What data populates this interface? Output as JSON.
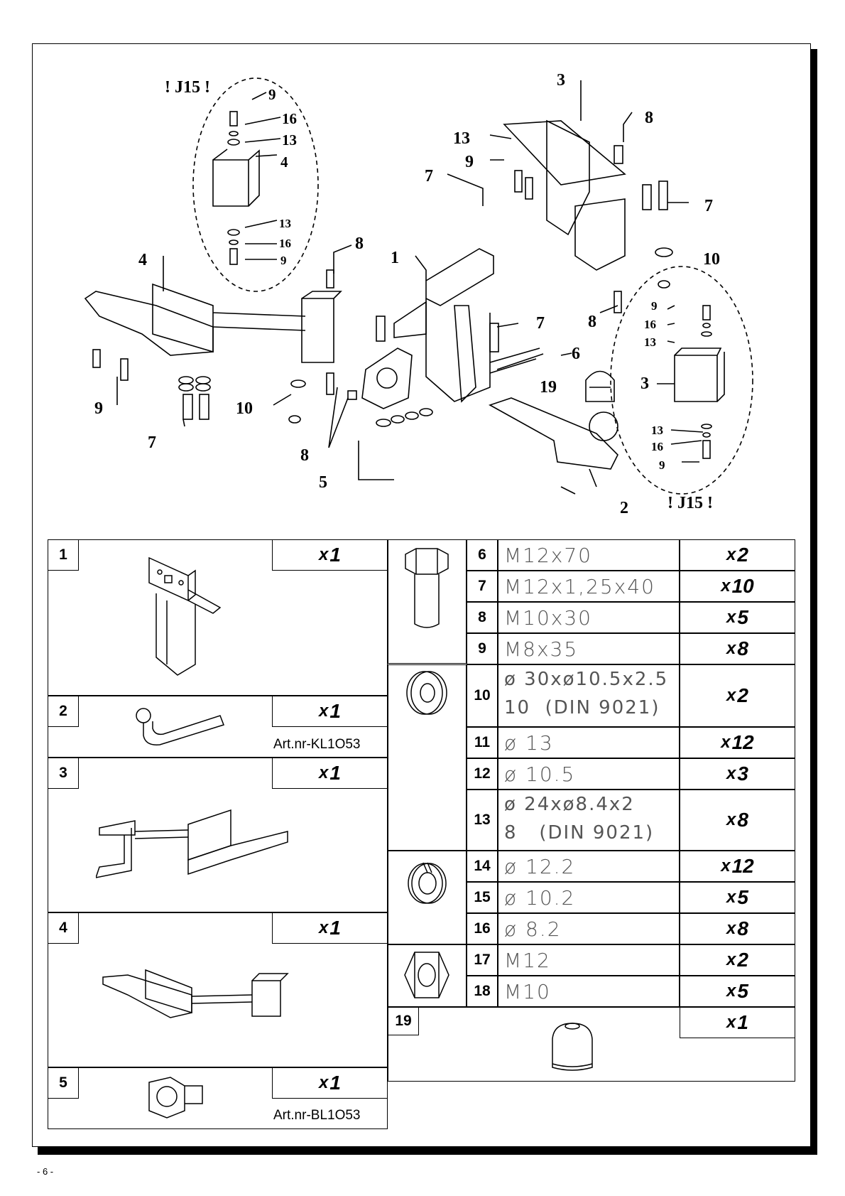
{
  "page_number": "- 6 -",
  "diagram": {
    "callout_j15_left": "! J15 !",
    "callout_j15_right": "! J15 !",
    "labels": {
      "l_9_a": "9",
      "l_16_a": "16",
      "l_13_a": "13",
      "l_4_a": "4",
      "l_13_b": "13",
      "l_16_b": "16",
      "l_9_b": "9",
      "l_4_b": "4",
      "l_8_a": "8",
      "l_1": "1",
      "l_3_a": "3",
      "l_8_b": "8",
      "l_13_c": "13",
      "l_9_c": "9",
      "l_7_a": "7",
      "l_7_b": "7",
      "l_10_a": "10",
      "l_8_c": "8",
      "l_7_c": "7",
      "l_6": "6",
      "l_19": "19",
      "l_9_d": "9",
      "l_10_b": "10",
      "l_7_d": "7",
      "l_8_d": "8",
      "l_5": "5",
      "l_2": "2",
      "l_9_e": "9",
      "l_16_c": "16",
      "l_13_d": "13",
      "l_3_b": "3",
      "l_13_e": "13",
      "l_16_d": "16",
      "l_9_f": "9"
    }
  },
  "parts_left": [
    {
      "no": "1",
      "qty": "1",
      "art": ""
    },
    {
      "no": "2",
      "qty": "1",
      "art": "Art.nr-KL1O53"
    },
    {
      "no": "3",
      "qty": "1",
      "art": ""
    },
    {
      "no": "4",
      "qty": "1",
      "art": ""
    },
    {
      "no": "5",
      "qty": "1",
      "art": "Art.nr-BL1O53"
    }
  ],
  "parts_right": {
    "bolts": [
      {
        "no": "6",
        "spec": "M12x70",
        "qty": "2"
      },
      {
        "no": "7",
        "spec": "M12x1,25x40",
        "qty": "10"
      },
      {
        "no": "8",
        "spec": "M10x30",
        "qty": "5"
      },
      {
        "no": "9",
        "spec": "M8x35",
        "qty": "8"
      }
    ],
    "washers": [
      {
        "no": "10",
        "spec_line1": "ø 30xø10.5x2.5",
        "spec_line2": "10  (DIN 9021)",
        "qty": "2"
      },
      {
        "no": "11",
        "spec": "ø 13",
        "qty": "12"
      },
      {
        "no": "12",
        "spec": "ø 10.5",
        "qty": "3"
      },
      {
        "no": "13",
        "spec_line1": "ø 24xø8.4x2",
        "spec_line2": "8   (DIN 9021)",
        "qty": "8"
      }
    ],
    "spring_washers": [
      {
        "no": "14",
        "spec": "ø 12.2",
        "qty": "12"
      },
      {
        "no": "15",
        "spec": "ø 10.2",
        "qty": "5"
      },
      {
        "no": "16",
        "spec": "ø 8.2",
        "qty": "8"
      }
    ],
    "nuts": [
      {
        "no": "17",
        "spec": "M12",
        "qty": "2"
      },
      {
        "no": "18",
        "spec": "M10",
        "qty": "5"
      }
    ],
    "cap": {
      "no": "19",
      "qty": "1"
    }
  },
  "qty_prefix": "x"
}
